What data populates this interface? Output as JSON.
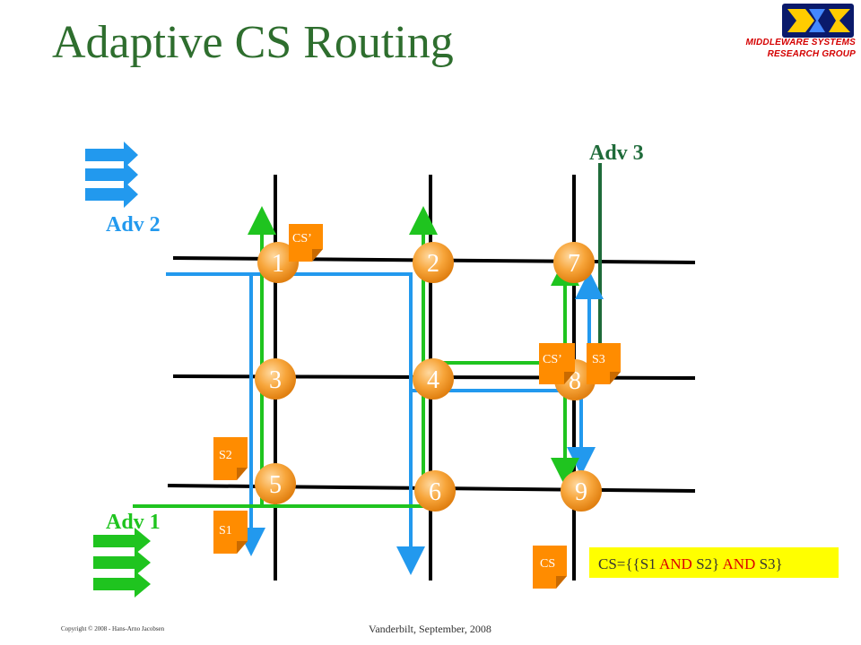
{
  "title": "Adaptive CS Routing",
  "logo": {
    "line1": "MIDDLEWARE SYSTEMS",
    "line2": "RESEARCH GROUP"
  },
  "diagram": {
    "nodes": [
      "1",
      "2",
      "7",
      "3",
      "4",
      "8",
      "5",
      "6",
      "9"
    ],
    "advertisers": {
      "adv1": "Adv 1",
      "adv2": "Adv 2",
      "adv3": "Adv 3"
    },
    "notes": {
      "cs_prime_top": "CS’",
      "cs_prime_mid": "CS’",
      "s3": "S3",
      "s2": "S2",
      "s1": "S1",
      "cs": "CS"
    },
    "expression": {
      "prefix": "CS={{S1 ",
      "and1": "AND",
      "mid": " S2} ",
      "and2": "AND",
      "suffix": " S3}"
    },
    "colors": {
      "adv1": "#1fc41f",
      "adv2": "#2299ee",
      "adv3": "#1f6b3a",
      "node": "#f5a030",
      "note": "#ff8c00",
      "expression_bg": "#ffff00",
      "expression_and": "#dd0000"
    }
  },
  "footer": {
    "copyright": "Copyright © 2008 - Hans-Arno Jacobsen",
    "venue": "Vanderbilt, September, 2008"
  }
}
